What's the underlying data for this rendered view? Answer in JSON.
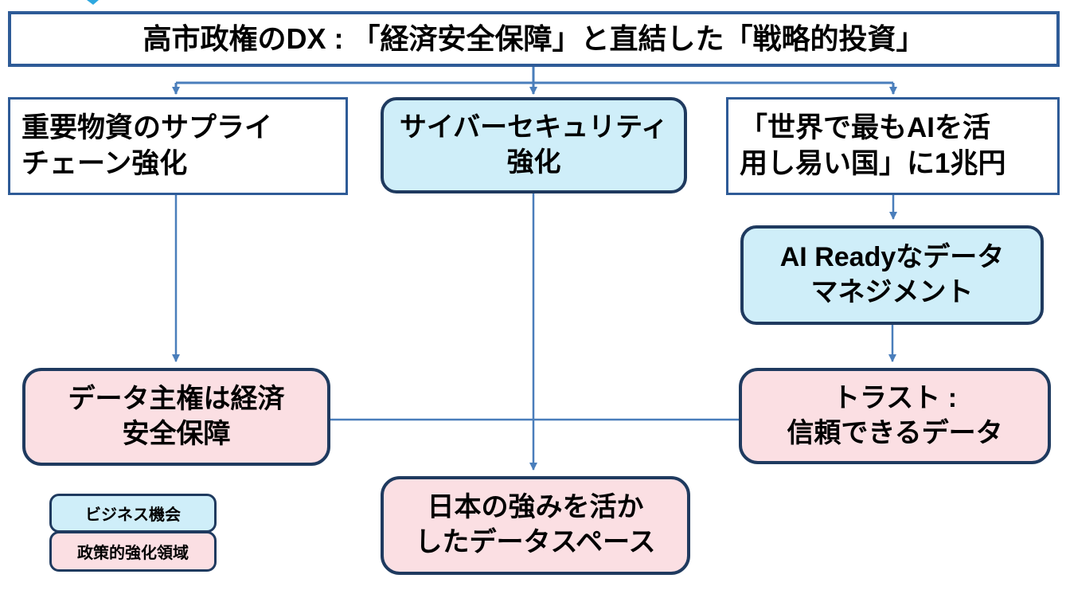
{
  "diagram": {
    "title": "高市政権のDX : 「経済安全保障」と直結した「戦略的投資」",
    "nodes": {
      "supply_chain": {
        "label": "重要物資のサプライ\nチェーン強化",
        "category": "plain"
      },
      "cyber_security": {
        "label": "サイバーセキュリティ\n強化",
        "category": "business"
      },
      "ai_country": {
        "label": "「世界で最もAIを活\n用し易い国」に1兆円",
        "category": "plain"
      },
      "ai_ready": {
        "label": "AI Readyなデータ\nマネジメント",
        "category": "business"
      },
      "data_sovereignty": {
        "label": "データ主権は経済\n安全保障",
        "category": "policy"
      },
      "trust": {
        "label": "トラスト :\n信頼できるデータ",
        "category": "policy"
      },
      "data_space": {
        "label": "日本の強みを活か\nしたデータスペース",
        "category": "policy"
      }
    },
    "legend": {
      "business": "ビジネス機会",
      "policy": "政策的強化領域"
    },
    "colors": {
      "business_fill": "#cfeef9",
      "policy_fill": "#fbdfe3",
      "navy_border": "#1f3a5f",
      "blue_border": "#2e5b97",
      "arrow": "#4a7ebb",
      "cursor_artifact": "#2ea8e0"
    }
  }
}
